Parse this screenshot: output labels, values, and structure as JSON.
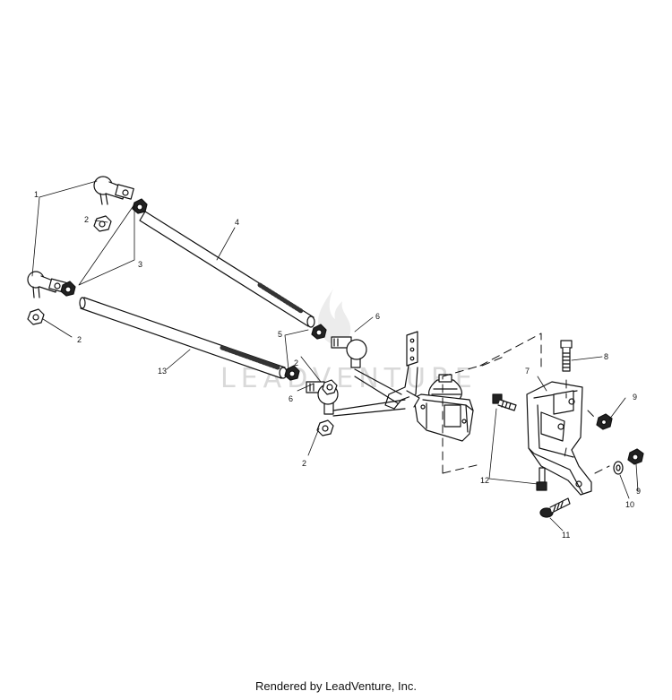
{
  "watermark": {
    "text": "LEADVENTURE",
    "color": "#d9d9d9"
  },
  "footer": {
    "text": "Rendered by LeadVenture, Inc."
  },
  "callouts": {
    "c1": "1",
    "c2a": "2",
    "c2b": "2",
    "c2c": "2",
    "c2d": "2",
    "c3": "3",
    "c4": "4",
    "c5": "5",
    "c6a": "6",
    "c6b": "6",
    "c7": "7",
    "c8": "8",
    "c9a": "9",
    "c9b": "9",
    "c10": "10",
    "c11": "11",
    "c12": "12",
    "c13": "13"
  },
  "colors": {
    "line": "#111111",
    "background": "#ffffff"
  }
}
